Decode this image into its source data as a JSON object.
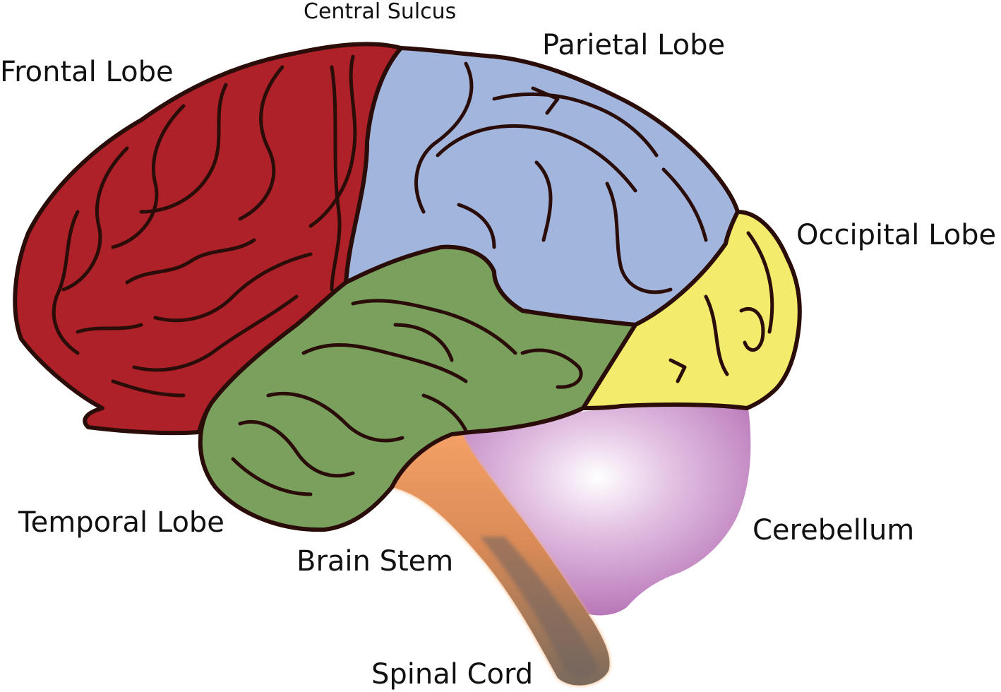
{
  "labels": {
    "central_sulcus": "Central Sulcus",
    "parietal_lobe": "Parietal Lobe",
    "frontal_lobe": "Frontal Lobe",
    "occipital_lobe": "Occipital Lobe",
    "temporal_lobe": "Temporal Lobe",
    "cerebellum": "Cerebellum",
    "brain_stem": "Brain Stem",
    "spinal_cord": "Spinal Cord"
  },
  "colors": {
    "frontal_lobe": "#ae2129",
    "parietal_lobe": "#a2b5dd",
    "temporal_lobe": "#7aa05e",
    "occipital_lobe": "#f1ec6c",
    "cerebellum": "#b874b8",
    "brain_stem": "#f09a5a",
    "outline": "#2a0d08"
  }
}
